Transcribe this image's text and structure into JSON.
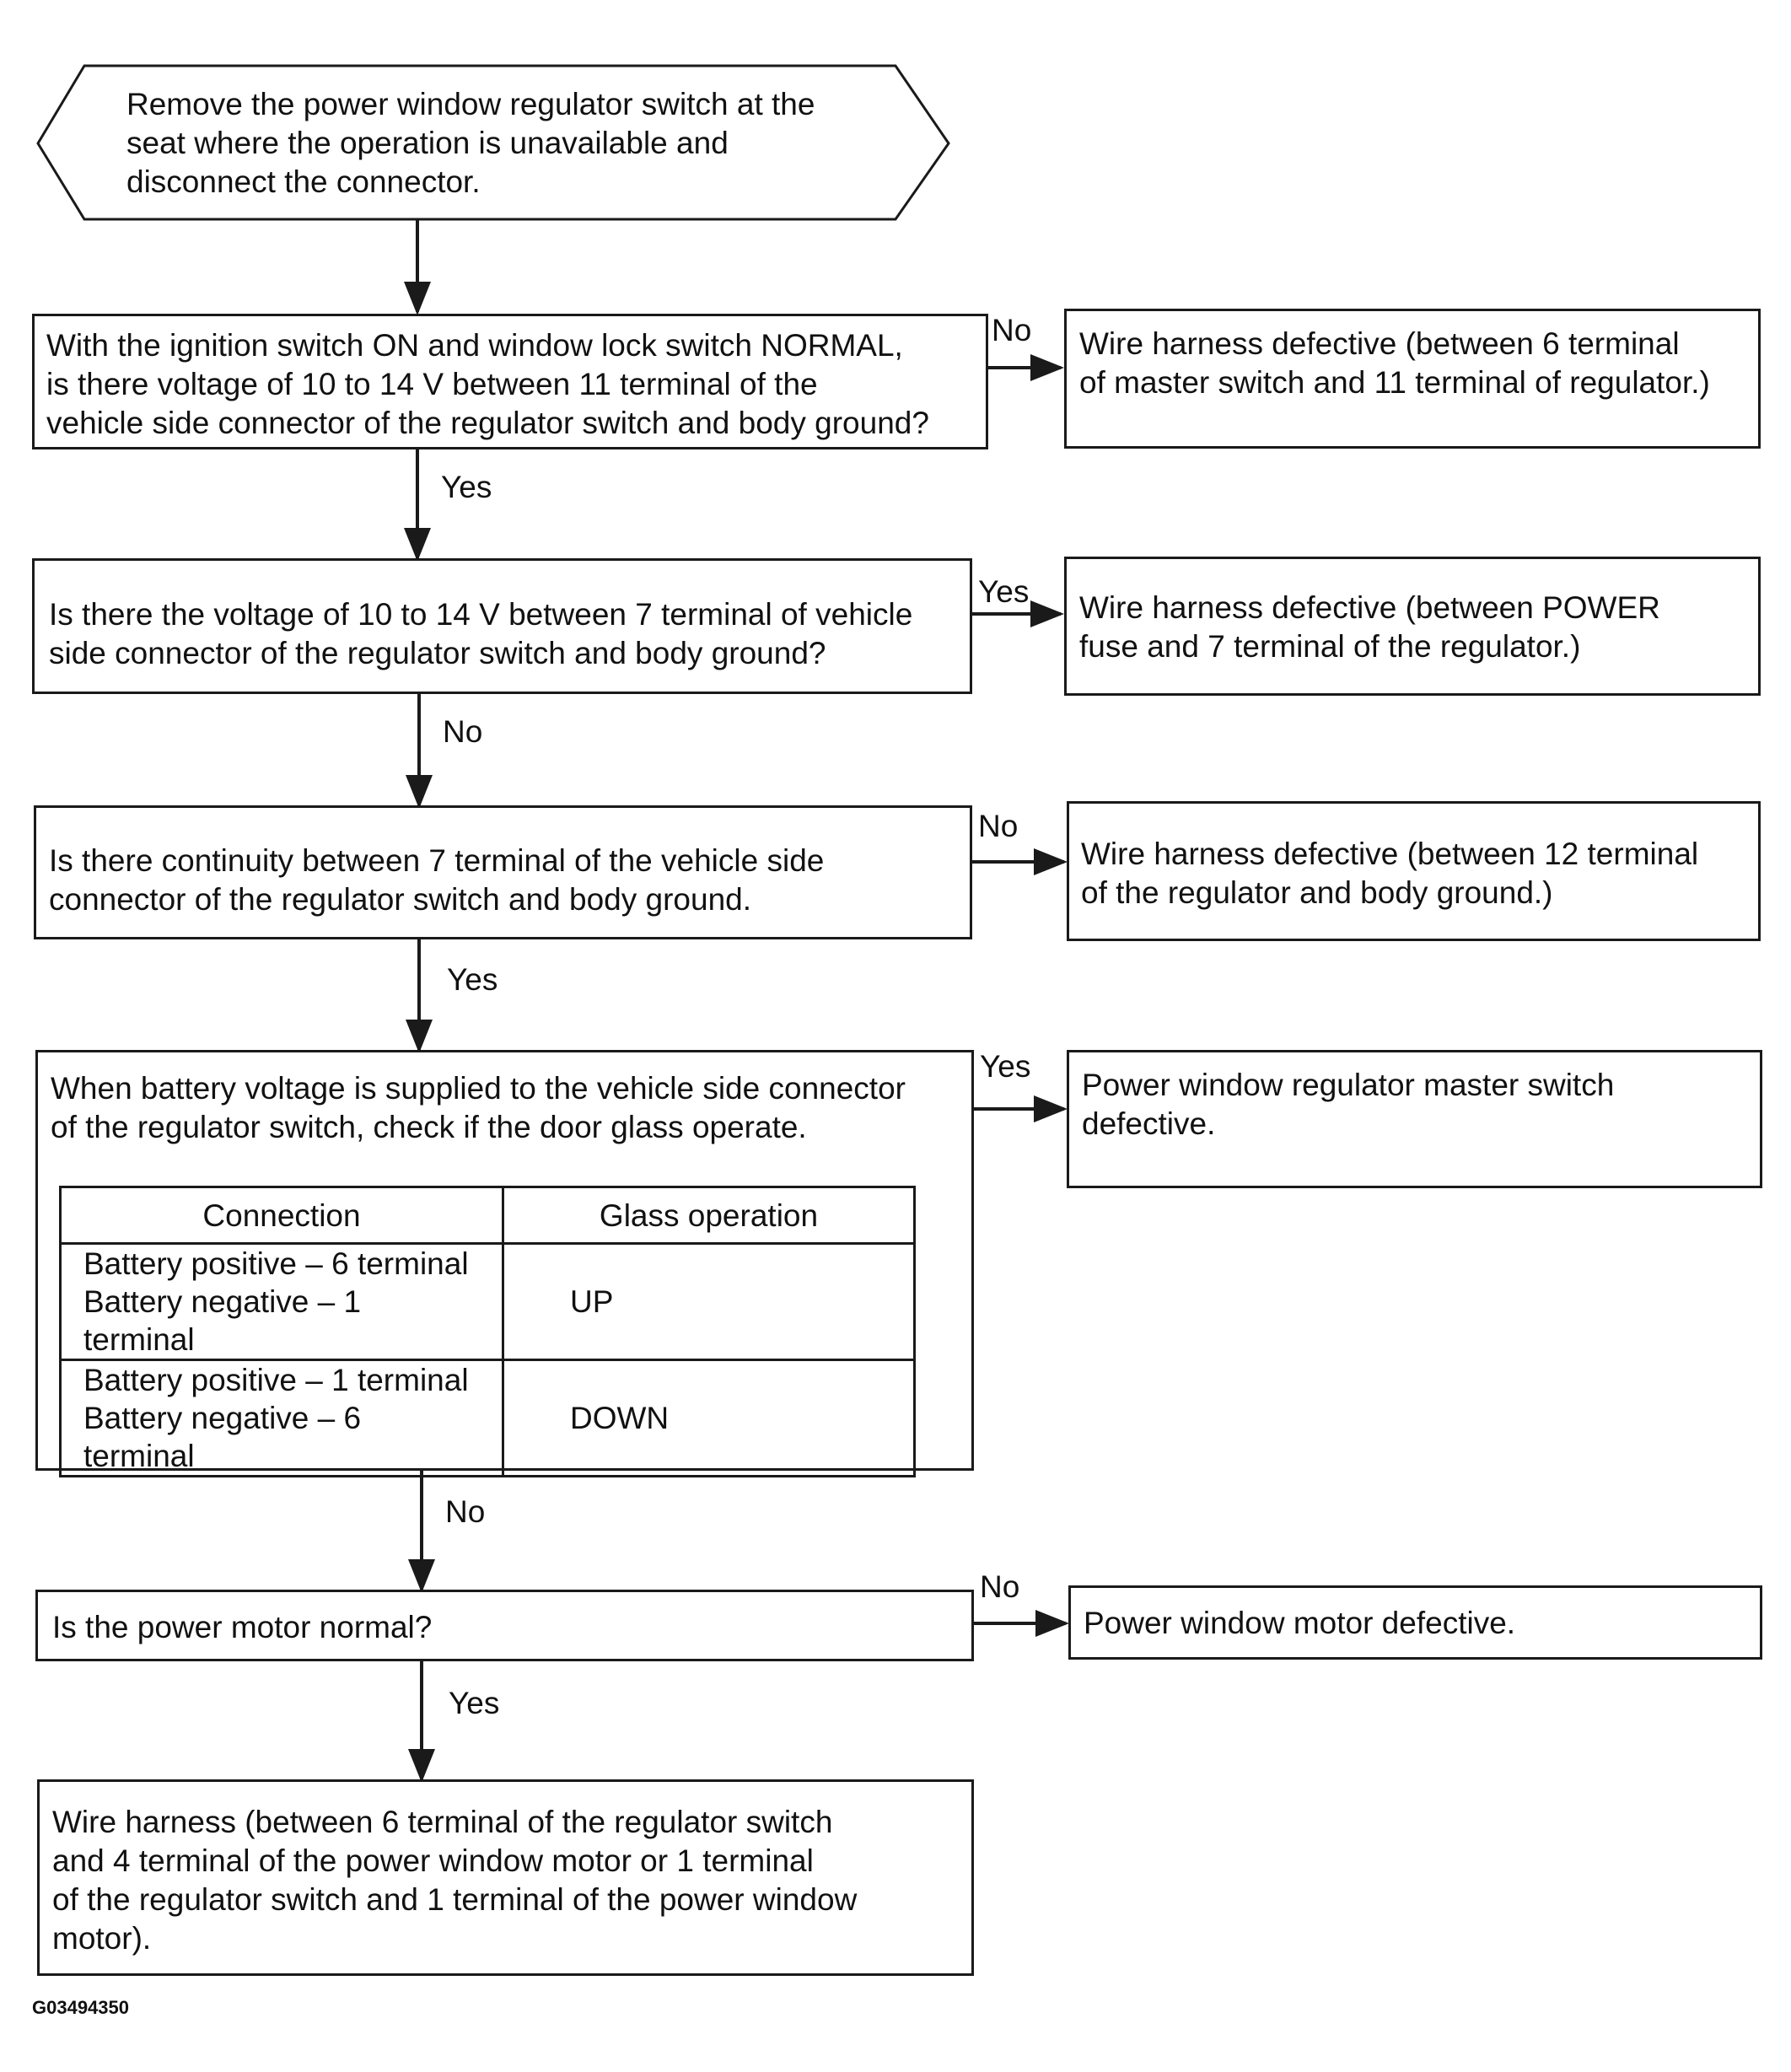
{
  "start": "Remove the power window regulator switch at the\nseat where the operation is unavailable and\ndisconnect the connector.",
  "steps": {
    "q1": "With the ignition switch ON and window lock switch NORMAL,\nis there voltage of 10 to 14 V between 11 terminal of the\nvehicle side connector of the regulator switch and body ground?",
    "r1": "Wire harness defective (between 6 terminal\nof master switch and 11 terminal of regulator.)",
    "q2": "Is there the voltage of 10 to 14 V between 7 terminal of vehicle\nside connector of the regulator switch and body ground?",
    "r2": "Wire harness defective (between POWER\nfuse and 7 terminal of the regulator.)",
    "q3": "Is there continuity between 7 terminal of the vehicle side\nconnector of the regulator switch and body ground.",
    "r3": "Wire harness defective (between 12 terminal\nof the regulator and body ground.)",
    "q4": "When battery voltage is supplied to the vehicle side connector\nof the regulator switch, check if the door glass operate.",
    "r4": "Power window regulator master switch\ndefective.",
    "q5": "Is the power motor normal?",
    "r5": "Power window motor defective.",
    "end": "Wire harness (between 6 terminal of the regulator switch\nand 4 terminal of the power window motor or 1 terminal\nof the regulator switch and 1 terminal of the power window\nmotor)."
  },
  "labels": {
    "q1_side": "No",
    "q1_down": "Yes",
    "q2_side": "Yes",
    "q2_down": "No",
    "q3_side": "No",
    "q3_down": "Yes",
    "q4_side": "Yes",
    "q4_down": "No",
    "q5_side": "No",
    "q5_down": "Yes"
  },
  "table": {
    "headers": [
      "Connection",
      "Glass operation"
    ],
    "rows": [
      {
        "connection": "Battery positive – 6 terminal\nBattery negative – 1 terminal",
        "operation": "UP"
      },
      {
        "connection": "Battery positive – 1 terminal\nBattery negative – 6 terminal",
        "operation": "DOWN"
      }
    ]
  },
  "figure_code": "G03494350"
}
